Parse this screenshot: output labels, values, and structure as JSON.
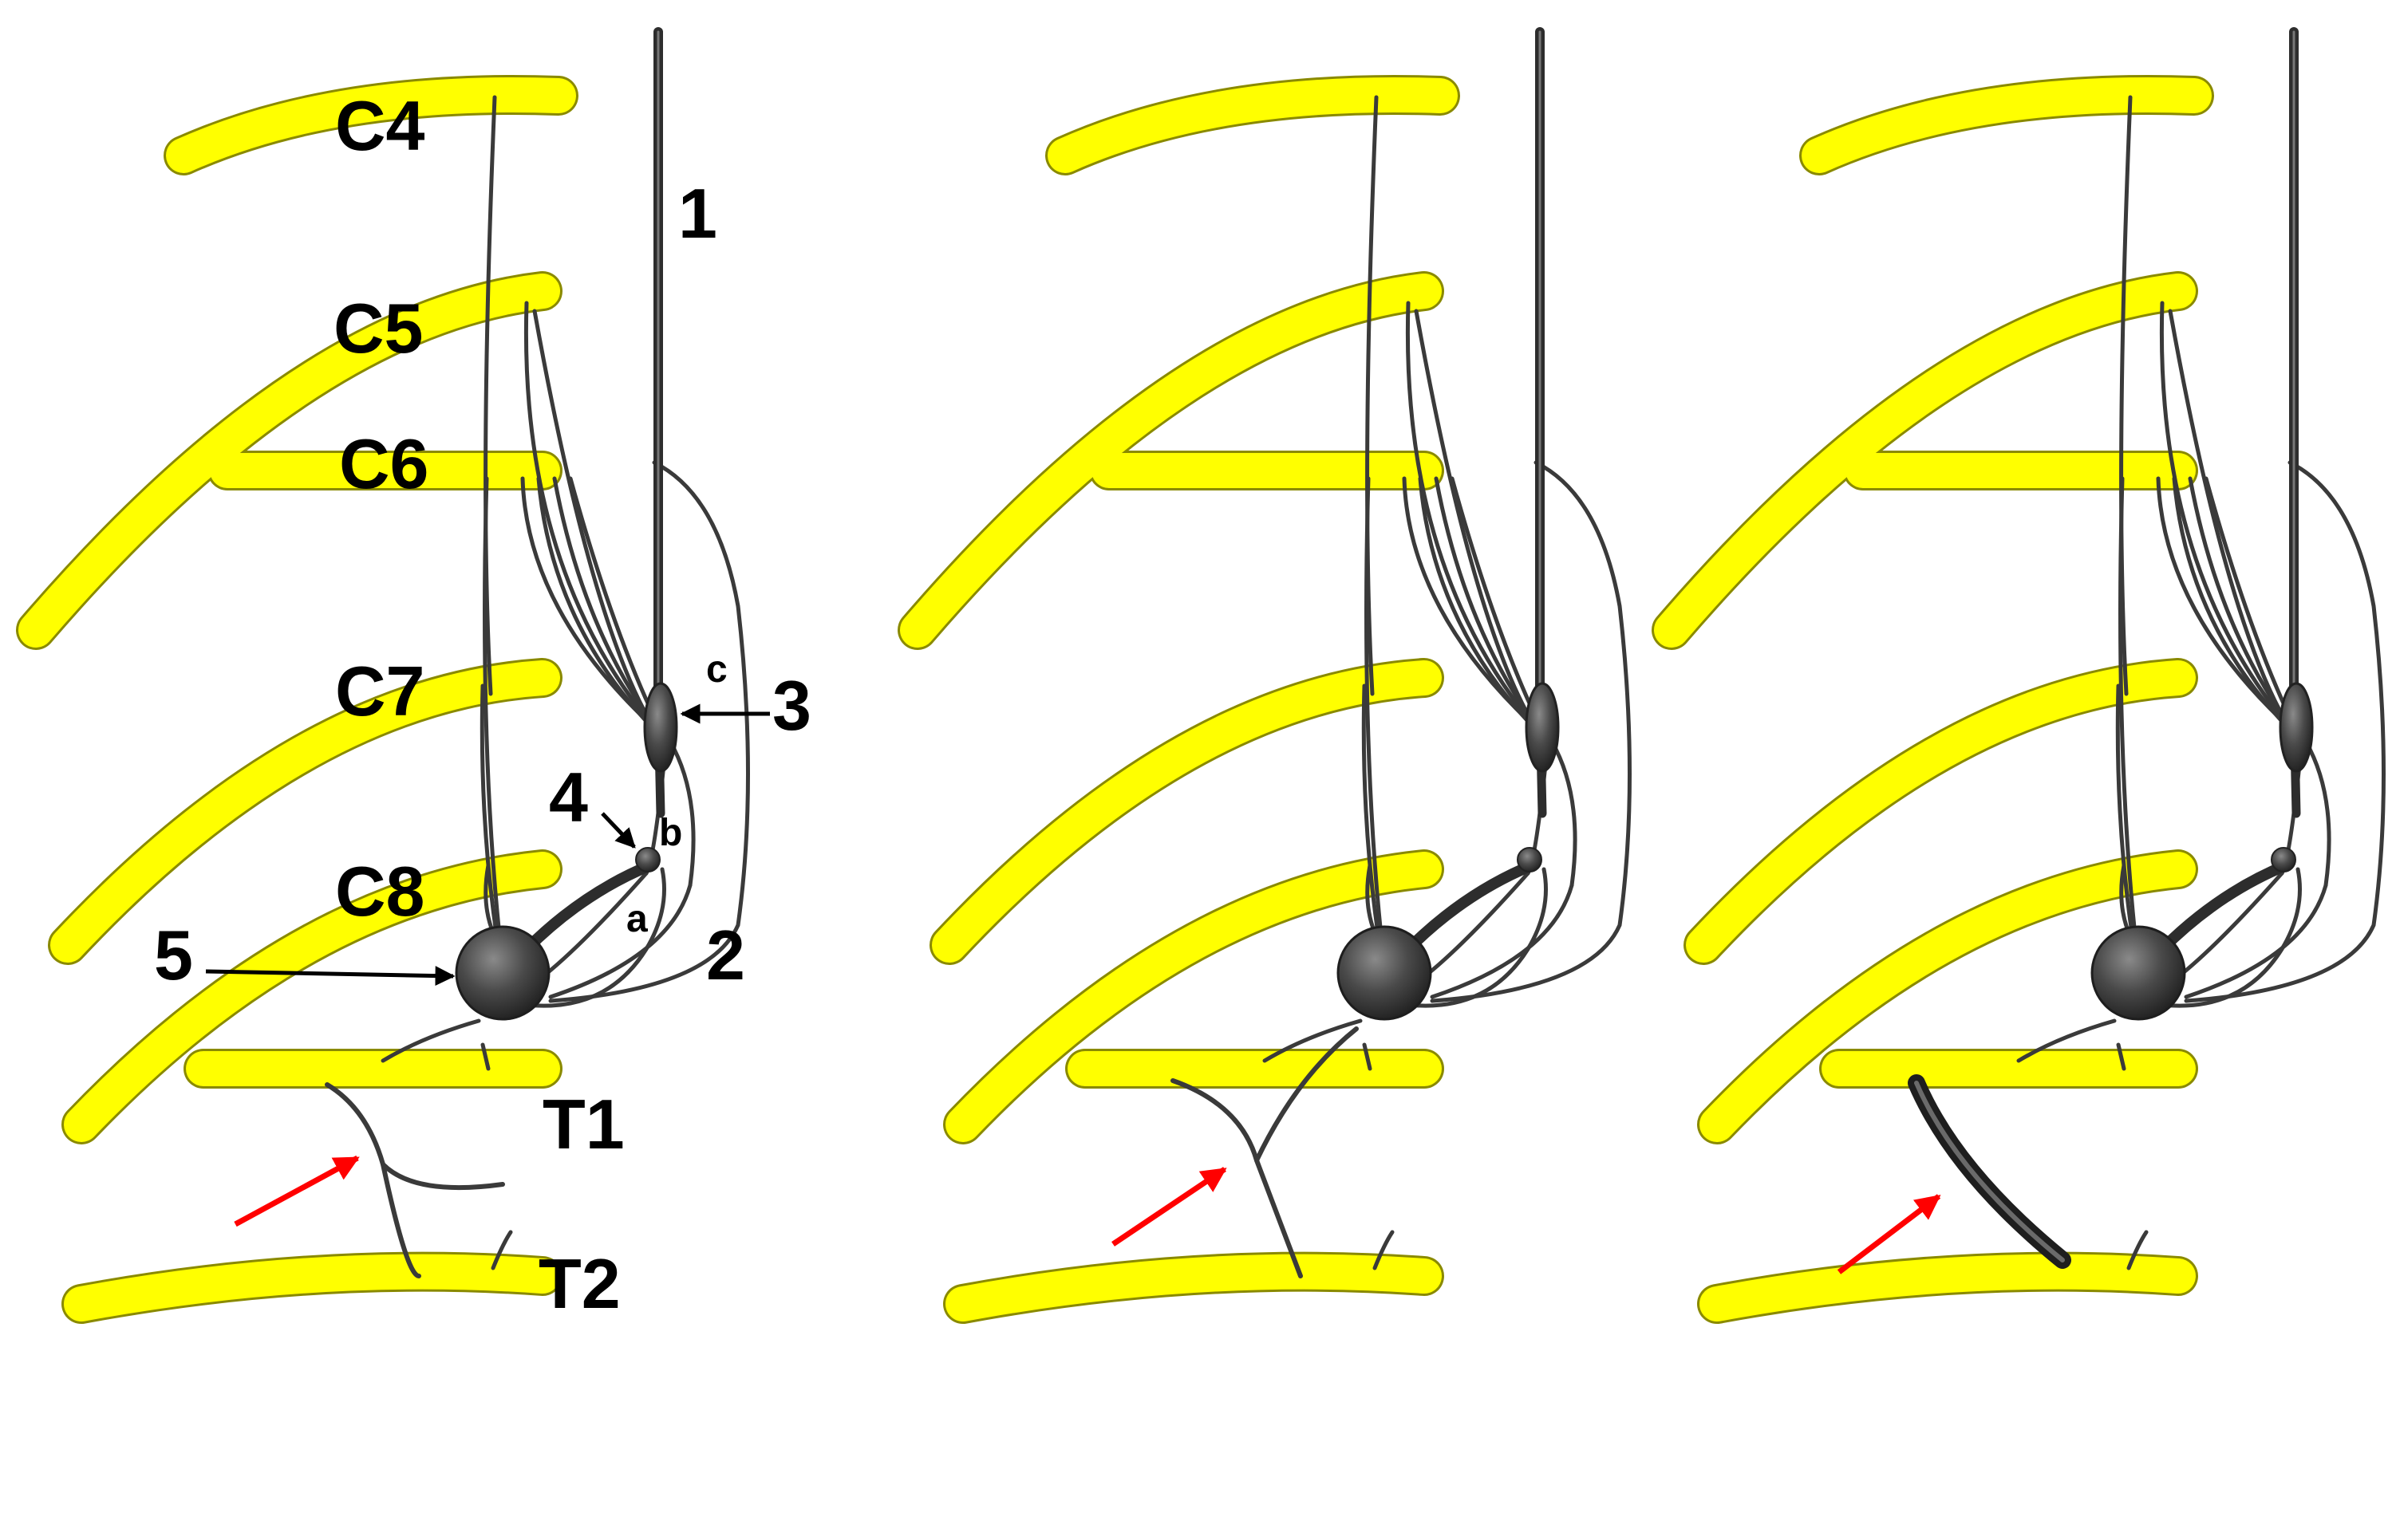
{
  "labels": {
    "c4": "C4",
    "c5": "C5",
    "c6": "C6",
    "c7": "C7",
    "c8": "C8",
    "t1": "T1",
    "t2": "T2",
    "n1": "1",
    "n2": "2",
    "n3": "3",
    "n4": "4",
    "n5": "5",
    "a": "a",
    "b": "b",
    "c": "c"
  },
  "panels": [
    {
      "variant": "thin-branch"
    },
    {
      "variant": "forked-branch"
    },
    {
      "variant": "thick-branch"
    }
  ],
  "colors": {
    "nerve_root": "#ffff00",
    "nerve_root_outline": "#8a8a00",
    "trunk": "#3a3a3a",
    "ganglion": "#3c3c3c",
    "highlight_arrow": "#ff0000",
    "label_arrow": "#000000"
  }
}
